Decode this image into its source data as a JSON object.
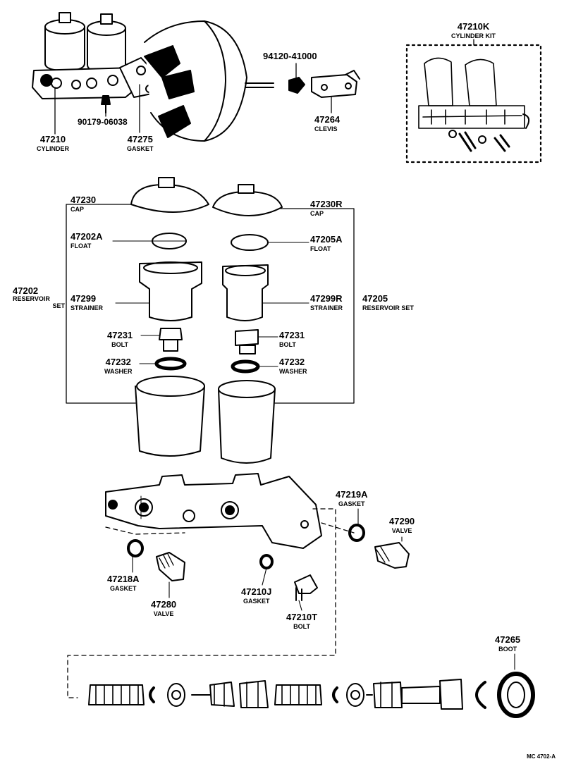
{
  "parts": {
    "p47210": {
      "number": "47210",
      "name": "CYLINDER"
    },
    "p90179": {
      "number": "90179-06038"
    },
    "p47275": {
      "number": "47275",
      "name": "GASKET"
    },
    "p94120": {
      "number": "94120-41000"
    },
    "p47264": {
      "number": "47264",
      "name": "CLEVIS"
    },
    "p47210K": {
      "number": "47210K",
      "name": "CYLINDER KIT"
    },
    "p47230": {
      "number": "47230",
      "name": "CAP"
    },
    "p47230R": {
      "number": "47230R",
      "name": "CAP"
    },
    "p47202A": {
      "number": "47202A",
      "name": "FLOAT"
    },
    "p47205A": {
      "number": "47205A",
      "name": "FLOAT"
    },
    "p47202": {
      "number": "47202",
      "name1": "RESERVOIR",
      "name2": "SET"
    },
    "p47299": {
      "number": "47299",
      "name": "STRAINER"
    },
    "p47299R": {
      "number": "47299R",
      "name": "STRAINER"
    },
    "p47205": {
      "number": "47205",
      "name": "RESERVOIR SET"
    },
    "p47231L": {
      "number": "47231",
      "name": "BOLT"
    },
    "p47231R": {
      "number": "47231",
      "name": "BOLT"
    },
    "p47232L": {
      "number": "47232",
      "name": "WASHER"
    },
    "p47232R": {
      "number": "47232",
      "name": "WASHER"
    },
    "p47219A": {
      "number": "47219A",
      "name": "GASKET"
    },
    "p47290": {
      "number": "47290",
      "name": "VALVE"
    },
    "p47218A": {
      "number": "47218A",
      "name": "GASKET"
    },
    "p47280": {
      "number": "47280",
      "name": "VALVE"
    },
    "p47210J": {
      "number": "47210J",
      "name": "GASKET"
    },
    "p47210T": {
      "number": "47210T",
      "name": "BOLT"
    },
    "p47265": {
      "number": "47265",
      "name": "BOOT"
    }
  },
  "diagram_code": "MC 4702-A"
}
